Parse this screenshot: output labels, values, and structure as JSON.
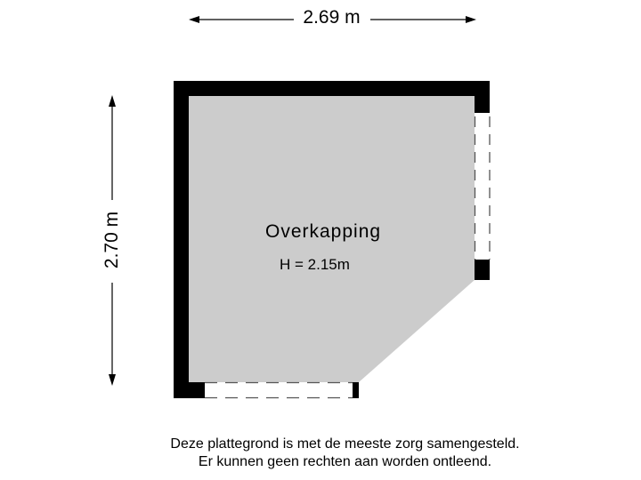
{
  "dimensions": {
    "width_label": "2.69 m",
    "height_label": "2.70 m"
  },
  "room": {
    "name": "Overkapping",
    "height_label": "H = 2.15m",
    "fill_color": "#cccccc",
    "wall_color": "#000000"
  },
  "footer": {
    "line1": "Deze plattegrond is met de meeste zorg samengesteld.",
    "line2": "Er kunnen geen rechten aan worden ontleend."
  }
}
